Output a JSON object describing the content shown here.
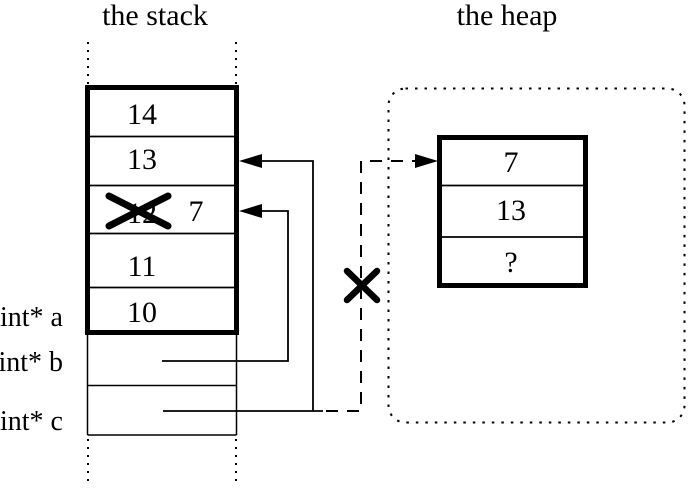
{
  "titles": {
    "stack": "the stack",
    "heap": "the heap"
  },
  "stack": {
    "cells": [
      "14",
      "13",
      "12",
      "11",
      "10"
    ],
    "overwritten": {
      "old_value": "12",
      "new_value": "7"
    },
    "pointer_labels": {
      "a": "int* a",
      "b": "int* b",
      "c": "int* c"
    }
  },
  "heap": {
    "cells": [
      "7",
      "13",
      "?"
    ]
  },
  "icons": {
    "crossed_out_value": "x-cross-icon",
    "severed_heap_link": "x-cross-icon",
    "pointer_arrowheads": "solid-triangle-arrowhead"
  },
  "colors": {
    "ink": "#000000",
    "background": "#ffffff"
  }
}
